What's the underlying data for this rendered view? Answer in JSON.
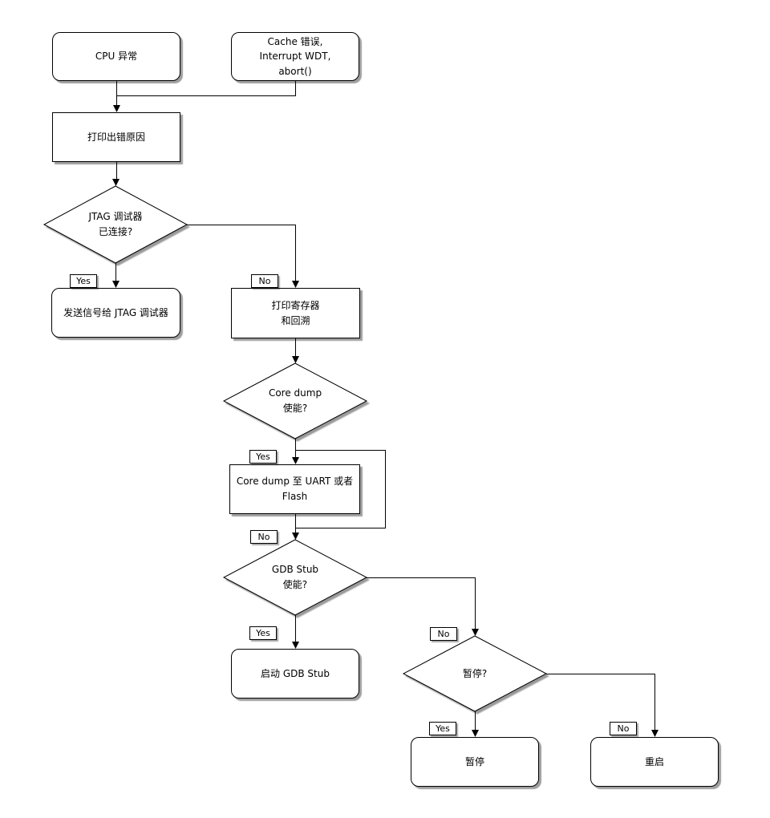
{
  "diagram": {
    "colors": {
      "background": "#ffffff",
      "node_fill": "#ffffff",
      "line": "#000000",
      "text": "#000000"
    },
    "nodes": {
      "cpu_exception": "CPU 异常",
      "cache_error": "Cache 错误,\nInterrupt WDT,\nabort()",
      "print_reason": "打印出错原因",
      "jtag_connected": "JTAG 调试器\n已连接?",
      "send_signal": "发送信号给 JTAG 调试器",
      "print_registers": "打印寄存器\n和回溯",
      "coredump_enabled": "Core dump\n使能?",
      "coredump_out": "Core dump 至 UART 或者 Flash",
      "gdbstub_enabled": "GDB Stub\n使能?",
      "start_gdbstub": "启动 GDB Stub",
      "halt_question": "暂停?",
      "halt": "暂停",
      "reboot": "重启"
    },
    "edge_labels": {
      "jtag_yes": "Yes",
      "jtag_no": "No",
      "coredump_yes": "Yes",
      "coredump_no": "No",
      "gdbstub_yes": "Yes",
      "gdbstub_no": "No",
      "halt_yes": "Yes",
      "halt_no": "No"
    }
  }
}
